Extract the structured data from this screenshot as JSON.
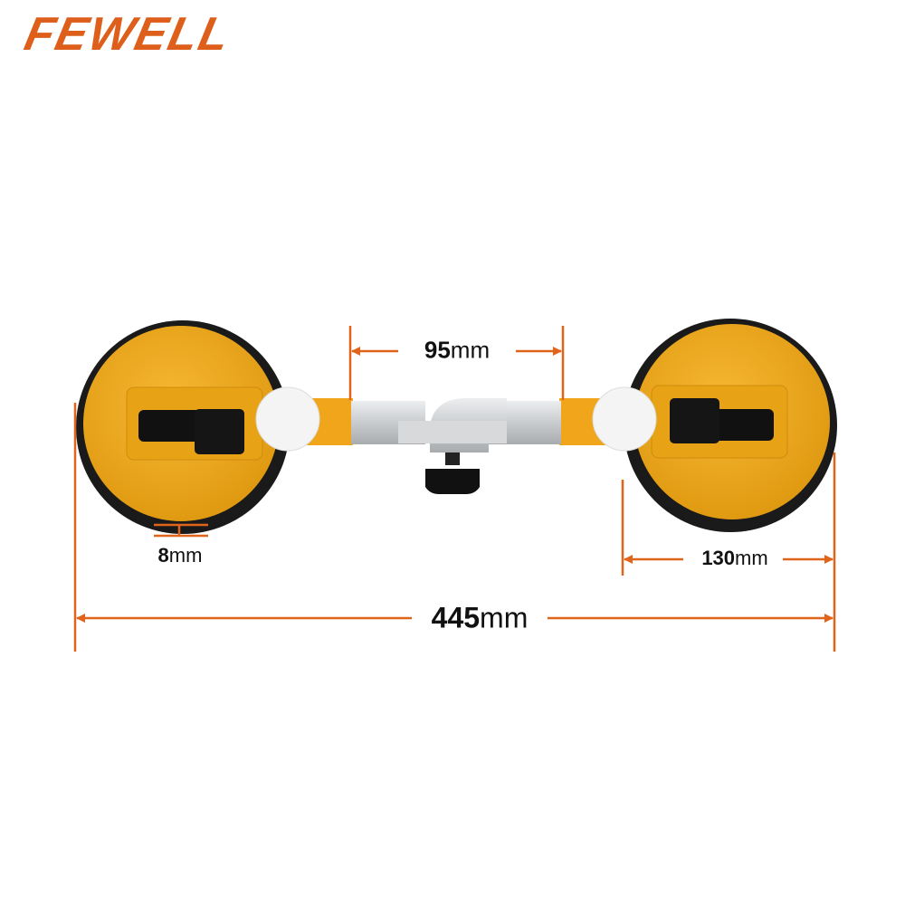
{
  "brand": {
    "logo_text": "FEWELL",
    "color": "#dd5f1b"
  },
  "dimension_color": "#e0651a",
  "dimensions": {
    "arm_gap": {
      "value": "95",
      "unit": "mm"
    },
    "rubber_rim": {
      "value": "8",
      "unit": "mm"
    },
    "cup_diameter": {
      "value": "130",
      "unit": "mm"
    },
    "overall_length": {
      "value": "445",
      "unit": "mm"
    }
  },
  "product": {
    "body_color": "#f2a91c",
    "rubber_color": "#1a1a1a",
    "aluminium_color": "#d4d6d8"
  }
}
